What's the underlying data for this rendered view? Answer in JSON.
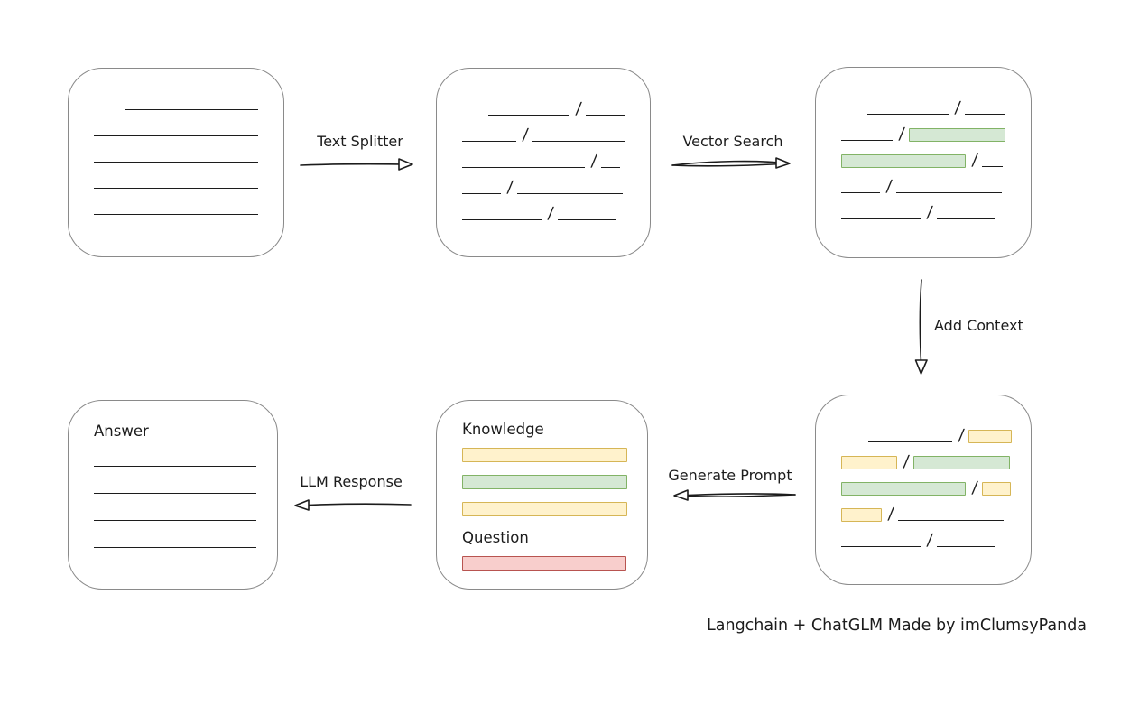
{
  "diagram": {
    "caption": "Langchain + ChatGLM Made by imClumsyPanda",
    "slash_char": "/",
    "colors": {
      "green_fill": "#d5e8d4",
      "green_border": "#82b366",
      "yellow_fill": "#fff2cc",
      "yellow_border": "#d6b656",
      "red_fill": "#f8cecc",
      "red_border": "#b85450",
      "box_border": "#8a8a8a",
      "line": "#1c1c1c"
    },
    "arrow_labels": {
      "text_splitter": "Text Splitter",
      "vector_search": "Vector Search",
      "add_context": "Add Context",
      "generate_prompt": "Generate Prompt",
      "llm_response": "LLM Response"
    },
    "box_labels": {
      "answer": "Answer",
      "knowledge": "Knowledge",
      "question": "Question"
    },
    "boxes": {
      "document": {
        "rows": [
          [
            {
              "t": "gap",
              "w": 34
            },
            {
              "t": "line",
              "w": 148
            }
          ],
          [
            {
              "t": "line",
              "w": 182
            }
          ],
          [
            {
              "t": "line",
              "w": 182
            }
          ],
          [
            {
              "t": "line",
              "w": 182
            }
          ],
          [
            {
              "t": "line",
              "w": 182
            }
          ]
        ]
      },
      "chunks": {
        "rows": [
          [
            {
              "t": "gap",
              "w": 29
            },
            {
              "t": "line",
              "w": 90
            },
            {
              "t": "slash"
            },
            {
              "t": "line",
              "w": 43
            }
          ],
          [
            {
              "t": "line",
              "w": 60
            },
            {
              "t": "slash"
            },
            {
              "t": "line",
              "w": 102
            }
          ],
          [
            {
              "t": "line",
              "w": 136
            },
            {
              "t": "slash"
            },
            {
              "t": "line",
              "w": 21
            }
          ],
          [
            {
              "t": "line",
              "w": 43
            },
            {
              "t": "slash"
            },
            {
              "t": "line",
              "w": 117
            }
          ],
          [
            {
              "t": "line",
              "w": 88
            },
            {
              "t": "slash"
            },
            {
              "t": "line",
              "w": 65
            }
          ]
        ]
      },
      "chunks_matched": {
        "rows": [
          [
            {
              "t": "gap",
              "w": 29
            },
            {
              "t": "line",
              "w": 90
            },
            {
              "t": "slash"
            },
            {
              "t": "line",
              "w": 45
            }
          ],
          [
            {
              "t": "line",
              "w": 57
            },
            {
              "t": "slash"
            },
            {
              "t": "chunk",
              "w": 107,
              "color": "green"
            }
          ],
          [
            {
              "t": "chunk",
              "w": 138,
              "color": "green"
            },
            {
              "t": "slash"
            },
            {
              "t": "line",
              "w": 23
            }
          ],
          [
            {
              "t": "line",
              "w": 43
            },
            {
              "t": "slash"
            },
            {
              "t": "line",
              "w": 117
            }
          ],
          [
            {
              "t": "line",
              "w": 88
            },
            {
              "t": "slash"
            },
            {
              "t": "line",
              "w": 65
            }
          ]
        ]
      },
      "chunks_context": {
        "rows": [
          [
            {
              "t": "gap",
              "w": 30
            },
            {
              "t": "line",
              "w": 93
            },
            {
              "t": "slash"
            },
            {
              "t": "chunk",
              "w": 48,
              "color": "yellow"
            }
          ],
          [
            {
              "t": "chunk",
              "w": 62,
              "color": "yellow"
            },
            {
              "t": "slash"
            },
            {
              "t": "chunk",
              "w": 107,
              "color": "green"
            }
          ],
          [
            {
              "t": "chunk",
              "w": 138,
              "color": "green"
            },
            {
              "t": "slash"
            },
            {
              "t": "chunk",
              "w": 32,
              "color": "yellow"
            }
          ],
          [
            {
              "t": "chunk",
              "w": 45,
              "color": "yellow"
            },
            {
              "t": "slash"
            },
            {
              "t": "line",
              "w": 117
            }
          ],
          [
            {
              "t": "line",
              "w": 88
            },
            {
              "t": "slash"
            },
            {
              "t": "line",
              "w": 65
            }
          ]
        ]
      },
      "prompt_bars": {
        "rows": [
          [
            {
              "t": "chunk",
              "w": 183,
              "h": 16,
              "color": "yellow"
            }
          ],
          [
            {
              "t": "chunk",
              "w": 183,
              "h": 16,
              "color": "green"
            }
          ],
          [
            {
              "t": "chunk",
              "w": 183,
              "h": 16,
              "color": "yellow"
            }
          ]
        ]
      },
      "question_bar": {
        "rows": [
          [
            {
              "t": "chunk",
              "w": 182,
              "h": 16,
              "color": "red"
            }
          ]
        ]
      },
      "answer_lines": {
        "rows": [
          [
            {
              "t": "line",
              "w": 180
            }
          ],
          [
            {
              "t": "line",
              "w": 180
            }
          ],
          [
            {
              "t": "line",
              "w": 180
            }
          ],
          [
            {
              "t": "line",
              "w": 180
            }
          ]
        ]
      }
    }
  }
}
